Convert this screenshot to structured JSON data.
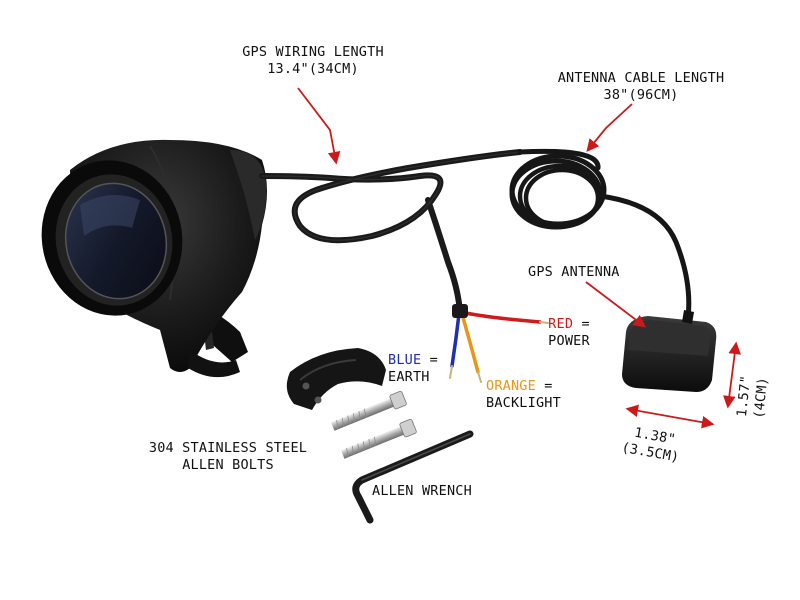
{
  "labels": {
    "gps_wiring": {
      "title": "GPS WIRING LENGTH",
      "value": "13.4\"(34CM)"
    },
    "antenna_cable": {
      "title": "ANTENNA CABLE LENGTH",
      "value": "38\"(96CM)"
    },
    "gps_antenna": "GPS ANTENNA",
    "red_wire": {
      "color": "RED",
      "eq": "=",
      "function": "POWER"
    },
    "blue_wire": {
      "color": "BLUE",
      "eq": "=",
      "function": "EARTH"
    },
    "orange_wire": {
      "color": "ORANGE",
      "eq": "=",
      "function": "BACKLIGHT"
    },
    "bolts": {
      "line1": "304 STAINLESS STEEL",
      "line2": "ALLEN BOLTS"
    },
    "wrench": "ALLEN WRENCH",
    "antenna_width": {
      "imperial": "1.38\"",
      "metric": "(3.5CM)"
    },
    "antenna_height": {
      "imperial": "1.57\"",
      "metric": "(4CM)"
    }
  },
  "colors": {
    "leader_line": "#cc1a1a",
    "red_wire": "#d11a1a",
    "blue_wire": "#1f2fb0",
    "orange_wire": "#e8951a",
    "housing": "#141414"
  }
}
